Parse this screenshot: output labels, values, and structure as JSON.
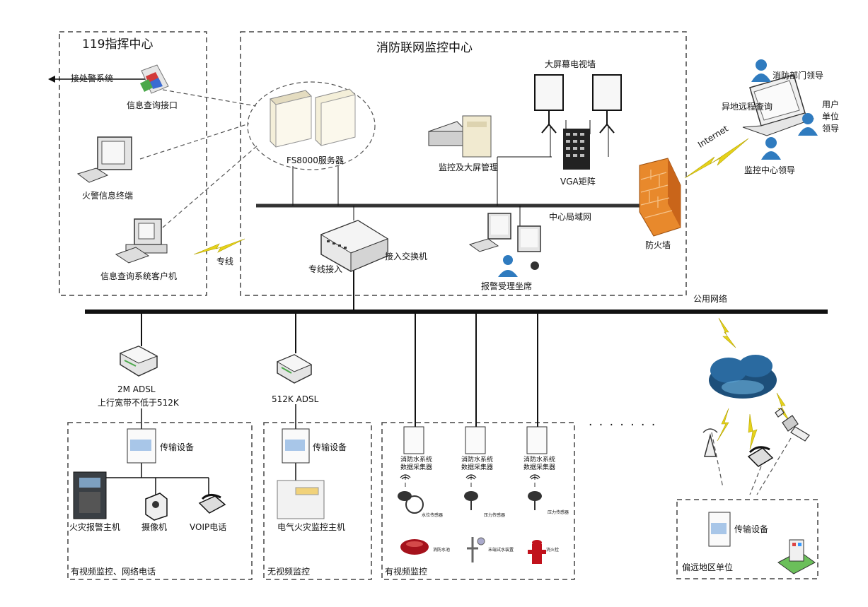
{
  "command_center": {
    "title": "119指挥中心",
    "alarm_system": "接处警系统",
    "info_query_interface": "信息查询接口",
    "fire_alarm_terminal": "火警信息终端",
    "info_query_client": "信息查询系统客户机"
  },
  "monitor_center": {
    "title": "消防联网监控中心",
    "server": "FS8000服务器",
    "monitor_mgmt": "监控及大屏管理",
    "video_wall": "大屏幕电视墙",
    "vga_matrix": "VGA矩阵",
    "lan": "中心局域网",
    "firewall": "防火墙",
    "access_switch": "接入交换机",
    "dedicated_access": "专线接入",
    "alarm_seat": "报警受理坐席",
    "dedicated_line": "专线"
  },
  "remote": {
    "internet": "Internet",
    "fire_dept_leader": "消防部门领导",
    "remote_query": "异地远程查询",
    "user_unit_leader": "用户\n单位\n领导",
    "monitor_center_leader": "监控中心领导"
  },
  "network": {
    "public_network": "公用网络"
  },
  "unit_a": {
    "adsl_line1": "2M  ADSL",
    "adsl_line2": "上行宽带不低于512K",
    "transmission": "传输设备",
    "fire_alarm_host": "火灾报警主机",
    "camera": "摄像机",
    "voip": "VOIP电话",
    "caption": "有视频监控、网络电话"
  },
  "unit_b": {
    "adsl": "512K  ADSL",
    "transmission": "传输设备",
    "electrical_host": "电气火灾监控主机",
    "caption": "无视频监控"
  },
  "unit_c": {
    "collector": "消防水系统\n数据采集器",
    "sensor_level": "水位传感器",
    "sensor_pressure": "压力传感器",
    "pool": "消防水池",
    "end_test": "末端试水装置",
    "hydrant": "消火栓",
    "caption": "有视频监控"
  },
  "ellipsis": "· · · · · · ·",
  "remote_unit": {
    "transmission": "传输设备",
    "caption": "偏远地区单位"
  },
  "colors": {
    "line": "#111111",
    "dash": "#555555",
    "firewall": "#e8892c",
    "lightning": "#e6d21a",
    "cloud": "#1d4f7a",
    "person": "#2f7bbf"
  },
  "icons": [
    "server-icon",
    "monitor-icon",
    "computer-icon",
    "laptop-icon",
    "person-icon",
    "firewall-icon",
    "switch-icon",
    "modem-icon",
    "router-icon",
    "camera-icon",
    "phone-icon",
    "cloud-icon",
    "satellite-icon",
    "antenna-icon",
    "lightning-icon",
    "sensor-icon",
    "hydrant-icon",
    "tank-icon",
    "building-icon",
    "projector-screen-icon"
  ]
}
